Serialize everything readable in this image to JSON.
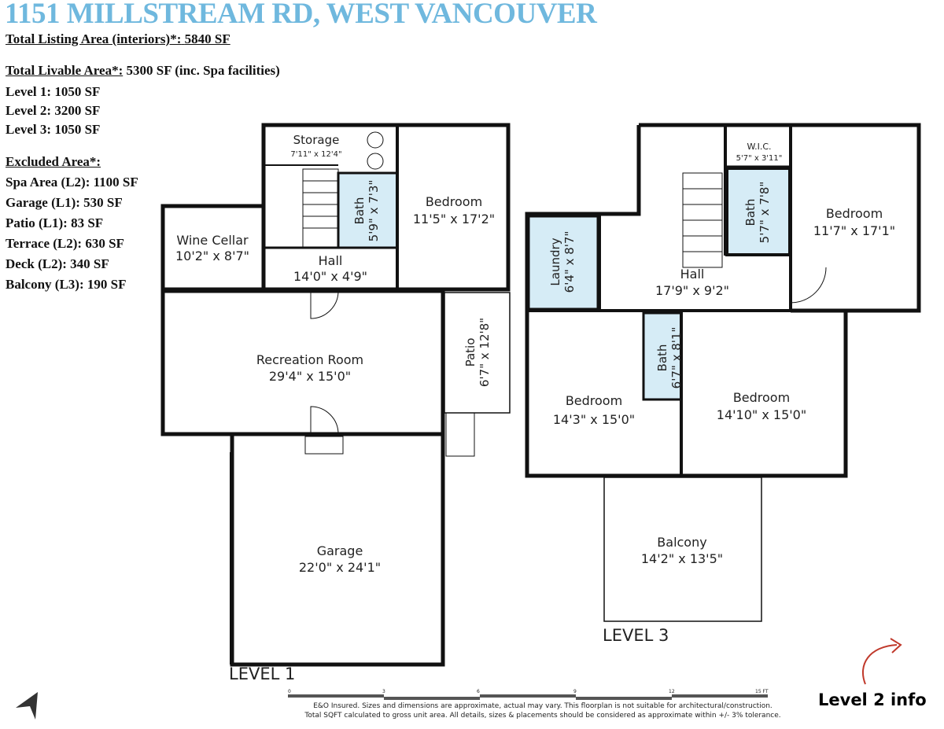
{
  "title": "1151 MILLSTREAM RD, WEST VANCOUVER",
  "summary": {
    "listing_label": "Total Listing Area (interiors)*:",
    "listing_value": "5840 SF",
    "livable_label": "Total Livable Area*:",
    "livable_value": "5300 SF (inc. Spa facilities)",
    "levels": [
      "Level 1: 1050 SF",
      "Level 2: 3200 SF",
      "Level 3: 1050 SF"
    ],
    "excluded_label": "Excluded Area*:",
    "excluded": [
      "Spa Area (L2): 1100 SF",
      "Garage (L1): 530 SF",
      "Patio (L1): 83 SF",
      "Terrace (L2): 630 SF",
      "Deck (L2): 340 SF",
      "Balcony (L3): 190 SF"
    ]
  },
  "level1": {
    "label": "LEVEL 1",
    "rooms": {
      "storage": {
        "name": "Storage",
        "dim": "7'11\" x 12'4\""
      },
      "bath": {
        "name": "Bath",
        "dim": "5'9\" x 7'3\""
      },
      "bedroom": {
        "name": "Bedroom",
        "dim": "11'5\" x 17'2\""
      },
      "wine": {
        "name": "Wine Cellar",
        "dim": "10'2\" x 8'7\""
      },
      "hall": {
        "name": "Hall",
        "dim": "14'0\" x 4'9\""
      },
      "rec": {
        "name": "Recreation Room",
        "dim": "29'4\" x 15'0\""
      },
      "patio": {
        "name": "Patio",
        "dim": "6'7\" x 12'8\""
      },
      "garage": {
        "name": "Garage",
        "dim": "22'0\" x 24'1\""
      }
    }
  },
  "level3": {
    "label": "LEVEL 3",
    "rooms": {
      "wic": {
        "name": "W.I.C.",
        "dim": "5'7\" x 3'11\""
      },
      "bath1": {
        "name": "Bath",
        "dim": "5'7\" x 7'8\""
      },
      "bedroom1": {
        "name": "Bedroom",
        "dim": "11'7\" x 17'1\""
      },
      "laundry": {
        "name": "Laundry",
        "dim": "6'4\" x 8'7\""
      },
      "hall": {
        "name": "Hall",
        "dim": "17'9\" x 9'2\""
      },
      "bath2": {
        "name": "Bath",
        "dim": "6'7\" x 8'1\""
      },
      "bedroom2": {
        "name": "Bedroom",
        "dim": "14'3\" x 15'0\""
      },
      "bedroom3": {
        "name": "Bedroom",
        "dim": "14'10\" x 15'0\""
      },
      "balcony": {
        "name": "Balcony",
        "dim": "14'2\" x 13'5\""
      }
    }
  },
  "scale": [
    "0",
    "3",
    "6",
    "9",
    "12",
    "15 FT"
  ],
  "disclaimer": [
    "E&O Insured. Sizes and dimensions are approximate, actual may vary. This floorplan is not suitable for architectural/construction.",
    "Total SQFT calculated to gross unit area. All details, sizes & placements should be considered as approximate within +/- 3% tolerance."
  ],
  "level2_link": "Level 2 info",
  "colors": {
    "title": "#6fb8de",
    "wet_room": "#d6ecf6",
    "wall": "#111111",
    "arrow": "#c0392b"
  }
}
